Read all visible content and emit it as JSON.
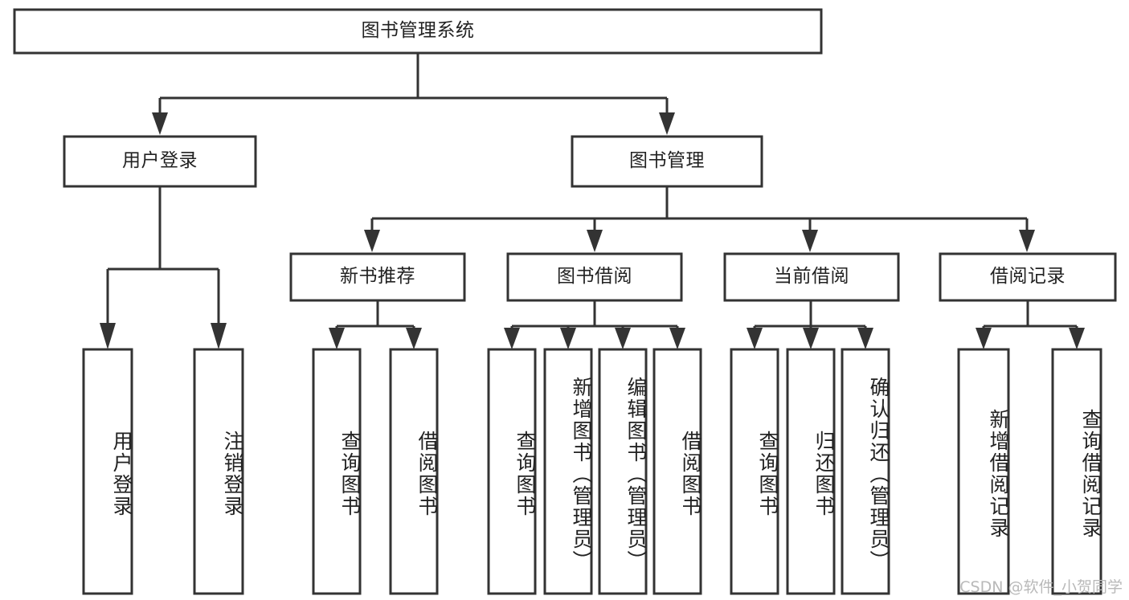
{
  "diagram": {
    "type": "tree-hierarchy",
    "title": "图书管理系统",
    "watermark": "CSDN @软件_小贺同学",
    "colors": {
      "box_stroke": "#333333",
      "box_fill": "#ffffff",
      "text": "#222222",
      "watermark": "#b9b9b9",
      "background": "#ffffff"
    },
    "levels": [
      {
        "level": 1,
        "nodes": [
          {
            "id": "root",
            "label": "图书管理系统",
            "orientation": "horizontal"
          }
        ]
      },
      {
        "level": 2,
        "nodes": [
          {
            "id": "user-login",
            "label": "用户登录",
            "orientation": "horizontal",
            "parent": "root"
          },
          {
            "id": "book-manage",
            "label": "图书管理",
            "orientation": "horizontal",
            "parent": "root"
          }
        ]
      },
      {
        "level": 3,
        "nodes": [
          {
            "id": "new-book-recommend",
            "label": "新书推荐",
            "orientation": "horizontal",
            "parent": "book-manage"
          },
          {
            "id": "book-borrow",
            "label": "图书借阅",
            "orientation": "horizontal",
            "parent": "book-manage"
          },
          {
            "id": "current-borrow",
            "label": "当前借阅",
            "orientation": "horizontal",
            "parent": "book-manage"
          },
          {
            "id": "borrow-record",
            "label": "借阅记录",
            "orientation": "horizontal",
            "parent": "book-manage"
          }
        ]
      },
      {
        "level": 4,
        "nodes": [
          {
            "id": "leaf-user-login",
            "label": "用户登录",
            "orientation": "vertical",
            "parent": "user-login"
          },
          {
            "id": "leaf-logout-login",
            "label": "注销登录",
            "orientation": "vertical",
            "parent": "user-login"
          },
          {
            "id": "leaf-query-book-1",
            "label": "查询图书",
            "orientation": "vertical",
            "parent": "new-book-recommend"
          },
          {
            "id": "leaf-borrow-book-1",
            "label": "借阅图书",
            "orientation": "vertical",
            "parent": "new-book-recommend"
          },
          {
            "id": "leaf-query-book-2",
            "label": "查询图书",
            "orientation": "vertical",
            "parent": "book-borrow"
          },
          {
            "id": "leaf-add-book-admin",
            "label": "新增图书（管理员）",
            "orientation": "vertical",
            "parent": "book-borrow"
          },
          {
            "id": "leaf-edit-book-admin",
            "label": "编辑图书（管理员）",
            "orientation": "vertical",
            "parent": "book-borrow"
          },
          {
            "id": "leaf-borrow-book-2",
            "label": "借阅图书",
            "orientation": "vertical",
            "parent": "book-borrow"
          },
          {
            "id": "leaf-query-book-3",
            "label": "查询图书",
            "orientation": "vertical",
            "parent": "current-borrow"
          },
          {
            "id": "leaf-return-book",
            "label": "归还图书",
            "orientation": "vertical",
            "parent": "current-borrow"
          },
          {
            "id": "leaf-confirm-return-admin",
            "label": "确认归还（管理员）",
            "orientation": "vertical",
            "parent": "current-borrow"
          },
          {
            "id": "leaf-add-borrow-record",
            "label": "新增借阅记录",
            "orientation": "vertical",
            "parent": "borrow-record"
          },
          {
            "id": "leaf-query-borrow-record",
            "label": "查询借阅记录",
            "orientation": "vertical",
            "parent": "borrow-record"
          }
        ]
      }
    ]
  }
}
